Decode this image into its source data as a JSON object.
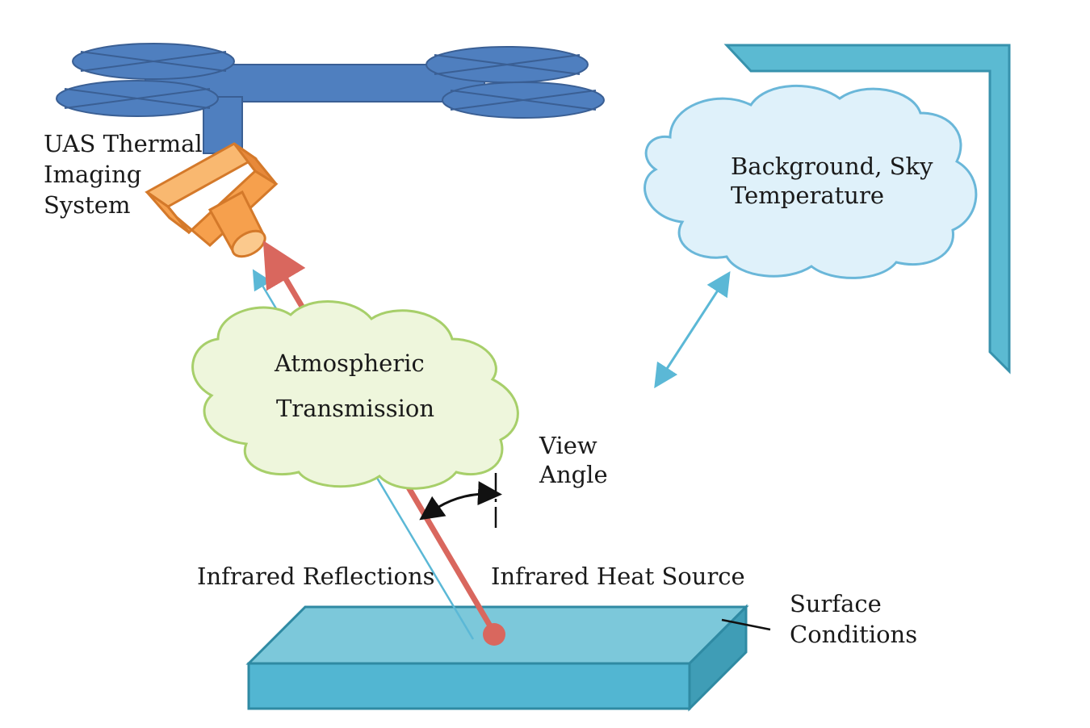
{
  "labels": {
    "uas_line1": "UAS Thermal",
    "uas_line2": "Imaging",
    "uas_line3": "System",
    "sky_line1": "Background, Sky",
    "sky_line2": "Temperature",
    "atm_line1": "Atmospheric",
    "atm_line2": "Transmission",
    "view_line1": "View",
    "view_line2": "Angle",
    "reflections": "Infrared Reflections",
    "heat_source": "Infrared Heat Source",
    "surface_line1": "Surface",
    "surface_line2": "Conditions"
  },
  "colors": {
    "drone_fill": "#4f7fbf",
    "drone_stroke": "#3a5f94",
    "camera_fill": "#f6a04d",
    "camera_stroke": "#d4792a",
    "cloud_sky_fill": "#dff1fa",
    "cloud_sky_stroke": "#6ab7d9",
    "cloud_atm_fill": "#eef6dc",
    "cloud_atm_stroke": "#a7cf6a",
    "surface_top": "#7cc8da",
    "surface_front": "#52b6d2",
    "surface_side": "#3f9db6",
    "surface_stroke": "#2f8aa3",
    "heat_ray": "#d9675e",
    "reflect_ray": "#5bb8d6",
    "bracket_fill": "#5bbad2",
    "bracket_stroke": "#3792ad"
  }
}
